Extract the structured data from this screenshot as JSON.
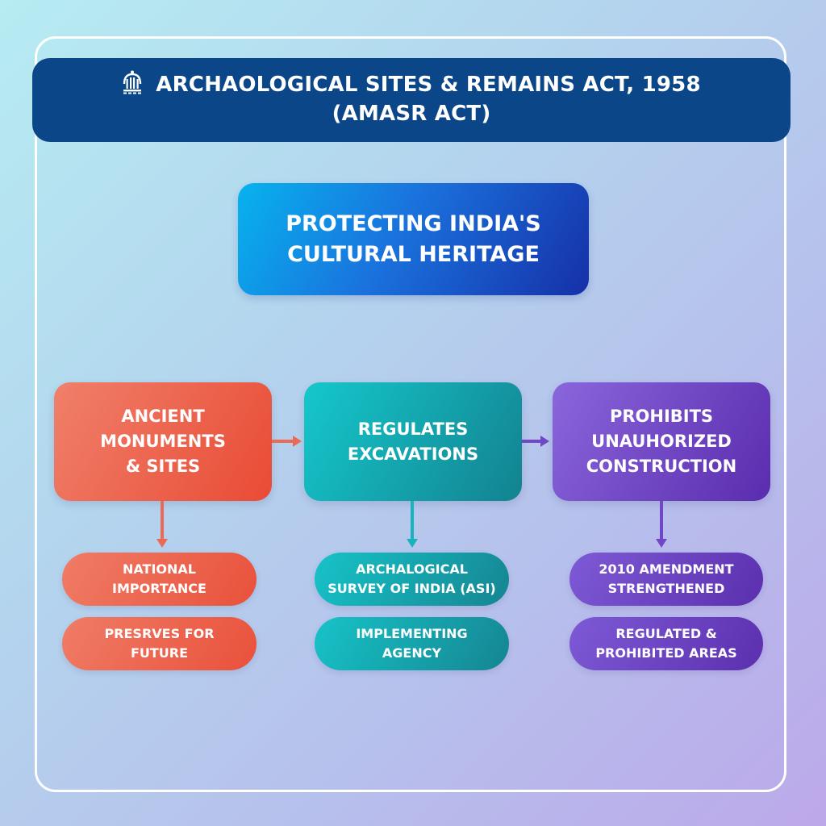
{
  "title": {
    "icon": "museum-building-icon",
    "line1": "ARCHAOLOGICAL SITES & REMAINS ACT, 1958",
    "line2": "(AMASR ACT)"
  },
  "hero": {
    "line1": "PROTECTING INDIA'S",
    "line2": "CULTURAL HERITAGE"
  },
  "columns": [
    {
      "color": "#e94b35",
      "box": [
        "ANCIENT",
        "MONUMENTS",
        "& SITES"
      ],
      "pills": [
        [
          "NATIONAL",
          "IMPORTANCE"
        ],
        [
          "PRESRVES FOR",
          "FUTURE"
        ]
      ]
    },
    {
      "color": "#138290",
      "box": [
        "REGULATES",
        "EXCAVATIONS"
      ],
      "pills": [
        [
          "ARCHALOGICAL",
          "SURVEY OF INDIA (ASI)"
        ],
        [
          "IMPLEMENTING",
          "AGENCY"
        ]
      ]
    },
    {
      "color": "#5a2cae",
      "box": [
        "PROHIBITS",
        "UNAUHORIZED",
        "CONSTRUCTION"
      ],
      "pills": [
        [
          "2010 AMENDMENT",
          "STRENGTHENED"
        ],
        [
          "REGULATED &",
          "PROHIBITED AREAS"
        ]
      ]
    }
  ],
  "colors": {
    "title_bg": "#0b4689",
    "orange_arrow": "#ea6a55",
    "teal_arrow": "#1ab3bd",
    "purple_arrow": "#7047c4"
  }
}
